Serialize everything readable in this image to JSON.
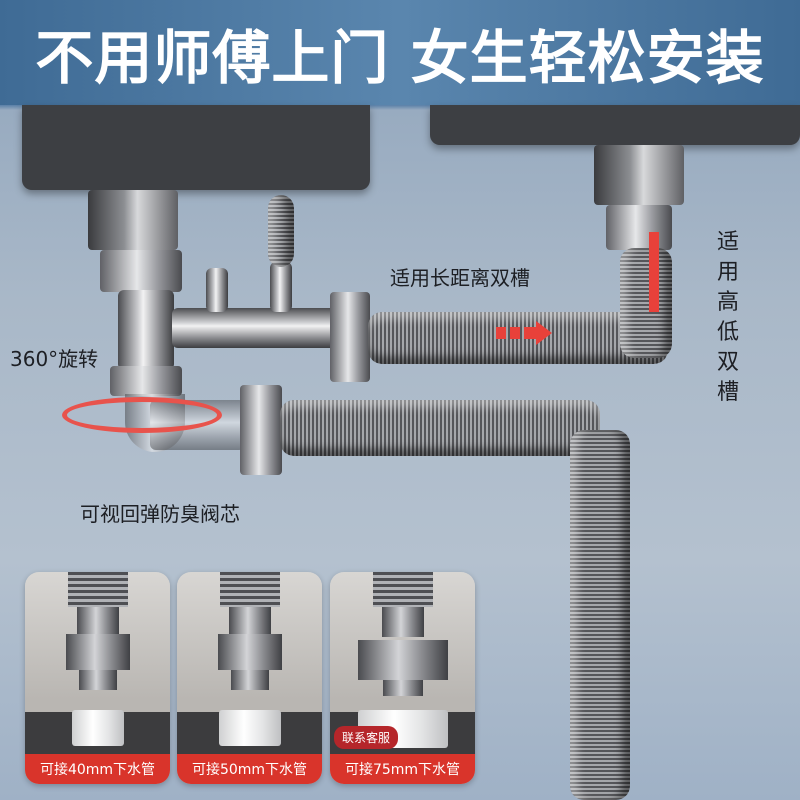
{
  "headline": "不用师傅上门 女生轻松安装",
  "features": {
    "rotation": "360°旋转",
    "long_distance": "适用长距离双槽",
    "height_diff": "适用高低双槽",
    "valve": "可视回弹防臭阀芯"
  },
  "cards": [
    {
      "caption": "可接40mm下水管",
      "size": "40mm"
    },
    {
      "caption": "可接50mm下水管",
      "size": "50mm"
    },
    {
      "caption": "可接75mm下水管",
      "size": "75mm",
      "badge": "联系客服"
    }
  ],
  "colors": {
    "header_bg": "#4e76a0",
    "accent_red": "#d9342b",
    "badge_red": "#b5262a",
    "text_dark": "#1d1f24"
  }
}
